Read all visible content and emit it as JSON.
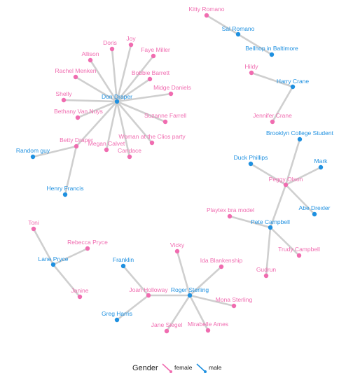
{
  "chart_data": {
    "type": "network",
    "legend": {
      "title": "Gender",
      "placement": "bottom",
      "entries": [
        {
          "label": "female",
          "color": "#f06cb0"
        },
        {
          "label": "male",
          "color": "#1e90e0"
        }
      ]
    },
    "colors": {
      "female": "#f06cb0",
      "male": "#1e90e0",
      "edge": "#cfcfcf"
    },
    "nodes": [
      {
        "id": "don",
        "label": "Don Draper",
        "gender": "male"
      },
      {
        "id": "doris",
        "label": "Doris",
        "gender": "female"
      },
      {
        "id": "joy",
        "label": "Joy",
        "gender": "female"
      },
      {
        "id": "allison",
        "label": "Allison",
        "gender": "female"
      },
      {
        "id": "faye",
        "label": "Faye Miller",
        "gender": "female"
      },
      {
        "id": "rachel",
        "label": "Rachel Menken",
        "gender": "female"
      },
      {
        "id": "bobbie",
        "label": "Bobbie Barrett",
        "gender": "female"
      },
      {
        "id": "midge",
        "label": "Midge Daniels",
        "gender": "female"
      },
      {
        "id": "shelly",
        "label": "Shelly",
        "gender": "female"
      },
      {
        "id": "bethany",
        "label": "Bethany Van Nuys",
        "gender": "female"
      },
      {
        "id": "suzanne",
        "label": "Suzanne Farrell",
        "gender": "female"
      },
      {
        "id": "woman",
        "label": "Woman at the Clios party",
        "gender": "female"
      },
      {
        "id": "betty",
        "label": "Betty Draper",
        "gender": "female"
      },
      {
        "id": "megan",
        "label": "Megan Calvet",
        "gender": "female"
      },
      {
        "id": "candace",
        "label": "Candace",
        "gender": "female"
      },
      {
        "id": "randomguy",
        "label": "Random guy",
        "gender": "male"
      },
      {
        "id": "henry",
        "label": "Henry Francis",
        "gender": "male"
      },
      {
        "id": "kitty",
        "label": "Kitty Romano",
        "gender": "female"
      },
      {
        "id": "sal",
        "label": "Sal Romano",
        "gender": "male"
      },
      {
        "id": "bellhop",
        "label": "Bellhop in Baltimore",
        "gender": "male"
      },
      {
        "id": "hildy",
        "label": "Hildy",
        "gender": "female"
      },
      {
        "id": "harry",
        "label": "Harry Crane",
        "gender": "male"
      },
      {
        "id": "jennifer",
        "label": "Jennifer Crane",
        "gender": "female"
      },
      {
        "id": "brooklyn",
        "label": "Brooklyn College Student",
        "gender": "male"
      },
      {
        "id": "duck",
        "label": "Duck Phillips",
        "gender": "male"
      },
      {
        "id": "mark",
        "label": "Mark",
        "gender": "male"
      },
      {
        "id": "peggy",
        "label": "Peggy Olson",
        "gender": "female"
      },
      {
        "id": "abe",
        "label": "Abe Drexler",
        "gender": "male"
      },
      {
        "id": "playtex",
        "label": "Playtex bra model",
        "gender": "female"
      },
      {
        "id": "pete",
        "label": "Pete Campbell",
        "gender": "male"
      },
      {
        "id": "trudy",
        "label": "Trudy Campbell",
        "gender": "female"
      },
      {
        "id": "gudrun",
        "label": "Gudrun",
        "gender": "female"
      },
      {
        "id": "toni",
        "label": "Toni",
        "gender": "female"
      },
      {
        "id": "rebecca",
        "label": "Rebecca Pryce",
        "gender": "female"
      },
      {
        "id": "lane",
        "label": "Lane Pryce",
        "gender": "male"
      },
      {
        "id": "janine",
        "label": "Janine",
        "gender": "female"
      },
      {
        "id": "vicky",
        "label": "Vicky",
        "gender": "female"
      },
      {
        "id": "franklin",
        "label": "Franklin",
        "gender": "male"
      },
      {
        "id": "ida",
        "label": "Ida Blankenship",
        "gender": "female"
      },
      {
        "id": "joan",
        "label": "Joan Holloway",
        "gender": "female"
      },
      {
        "id": "roger",
        "label": "Roger Sterling",
        "gender": "male"
      },
      {
        "id": "mona",
        "label": "Mona Sterling",
        "gender": "female"
      },
      {
        "id": "greg",
        "label": "Greg Harris",
        "gender": "male"
      },
      {
        "id": "jane",
        "label": "Jane Siegel",
        "gender": "female"
      },
      {
        "id": "mirabelle",
        "label": "Mirabelle Ames",
        "gender": "female"
      }
    ],
    "edges": [
      [
        "don",
        "doris"
      ],
      [
        "don",
        "joy"
      ],
      [
        "don",
        "allison"
      ],
      [
        "don",
        "faye"
      ],
      [
        "don",
        "rachel"
      ],
      [
        "don",
        "bobbie"
      ],
      [
        "don",
        "midge"
      ],
      [
        "don",
        "shelly"
      ],
      [
        "don",
        "bethany"
      ],
      [
        "don",
        "suzanne"
      ],
      [
        "don",
        "woman"
      ],
      [
        "don",
        "betty"
      ],
      [
        "don",
        "megan"
      ],
      [
        "don",
        "candace"
      ],
      [
        "betty",
        "randomguy"
      ],
      [
        "betty",
        "henry"
      ],
      [
        "kitty",
        "sal"
      ],
      [
        "sal",
        "bellhop"
      ],
      [
        "hildy",
        "harry"
      ],
      [
        "harry",
        "jennifer"
      ],
      [
        "peggy",
        "brooklyn"
      ],
      [
        "peggy",
        "duck"
      ],
      [
        "peggy",
        "mark"
      ],
      [
        "peggy",
        "abe"
      ],
      [
        "peggy",
        "pete"
      ],
      [
        "pete",
        "playtex"
      ],
      [
        "pete",
        "trudy"
      ],
      [
        "pete",
        "gudrun"
      ],
      [
        "lane",
        "toni"
      ],
      [
        "lane",
        "rebecca"
      ],
      [
        "lane",
        "janine"
      ],
      [
        "roger",
        "vicky"
      ],
      [
        "roger",
        "ida"
      ],
      [
        "roger",
        "joan"
      ],
      [
        "roger",
        "mona"
      ],
      [
        "roger",
        "jane"
      ],
      [
        "roger",
        "mirabelle"
      ],
      [
        "joan",
        "franklin"
      ],
      [
        "joan",
        "greg"
      ]
    ]
  }
}
